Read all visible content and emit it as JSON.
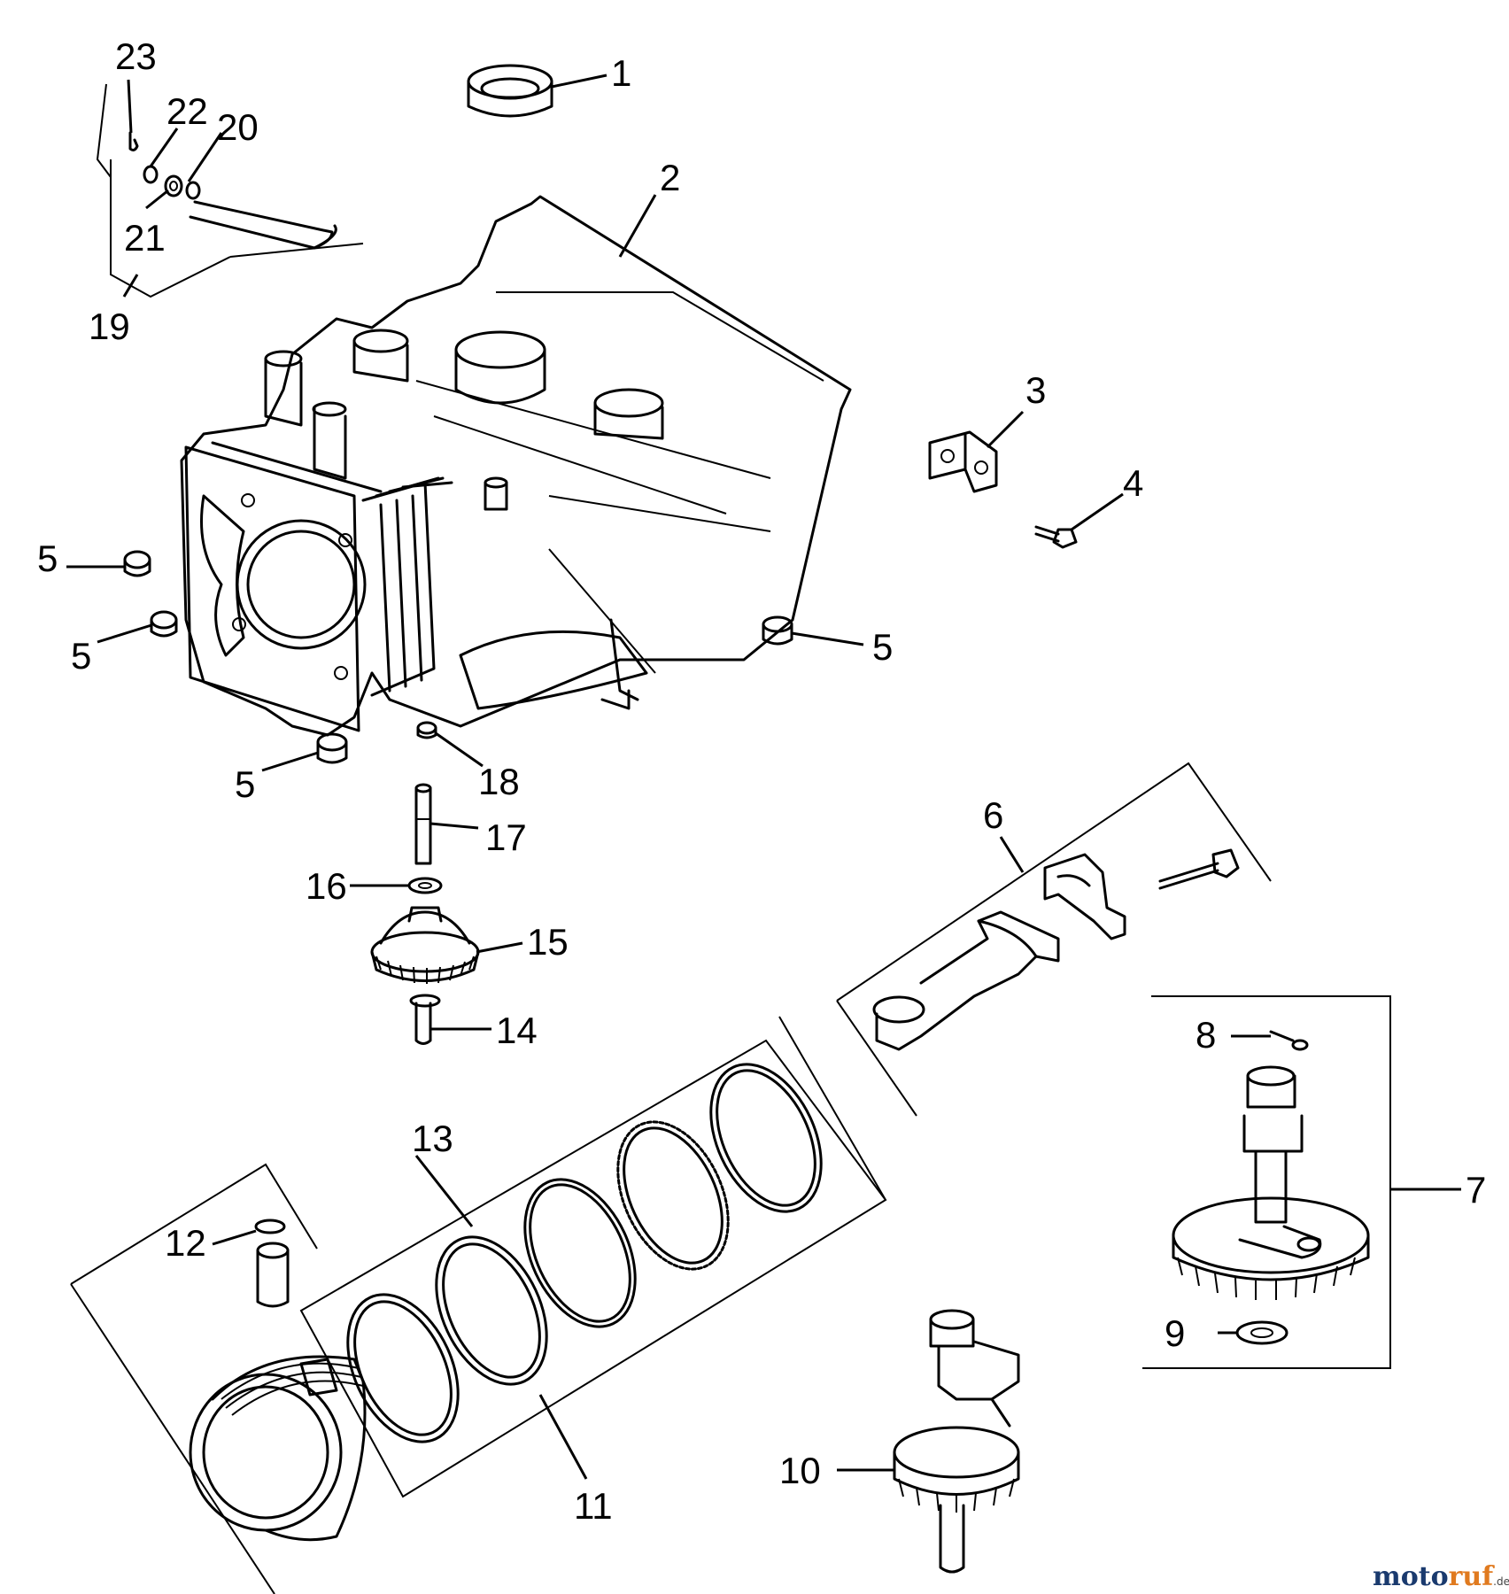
{
  "callouts": [
    {
      "id": "c1",
      "text": "1"
    },
    {
      "id": "c2",
      "text": "2"
    },
    {
      "id": "c3",
      "text": "3"
    },
    {
      "id": "c4",
      "text": "4"
    },
    {
      "id": "c5a",
      "text": "5"
    },
    {
      "id": "c5b",
      "text": "5"
    },
    {
      "id": "c5c",
      "text": "5"
    },
    {
      "id": "c5d",
      "text": "5"
    },
    {
      "id": "c6",
      "text": "6"
    },
    {
      "id": "c7",
      "text": "7"
    },
    {
      "id": "c8",
      "text": "8"
    },
    {
      "id": "c9",
      "text": "9"
    },
    {
      "id": "c10",
      "text": "10"
    },
    {
      "id": "c11",
      "text": "11"
    },
    {
      "id": "c12",
      "text": "12"
    },
    {
      "id": "c13",
      "text": "13"
    },
    {
      "id": "c14",
      "text": "14"
    },
    {
      "id": "c15",
      "text": "15"
    },
    {
      "id": "c16",
      "text": "16"
    },
    {
      "id": "c17",
      "text": "17"
    },
    {
      "id": "c18",
      "text": "18"
    },
    {
      "id": "c19",
      "text": "19"
    },
    {
      "id": "c20",
      "text": "20"
    },
    {
      "id": "c21",
      "text": "21"
    },
    {
      "id": "c22",
      "text": "22"
    },
    {
      "id": "c23",
      "text": "23"
    }
  ],
  "watermark": {
    "brand": "motoruf",
    "brand_main": "moto",
    "brand_accent": "ruf",
    "tld": ".de",
    "color_main": "#1a3a6e",
    "color_accent": "#e07a1f"
  }
}
